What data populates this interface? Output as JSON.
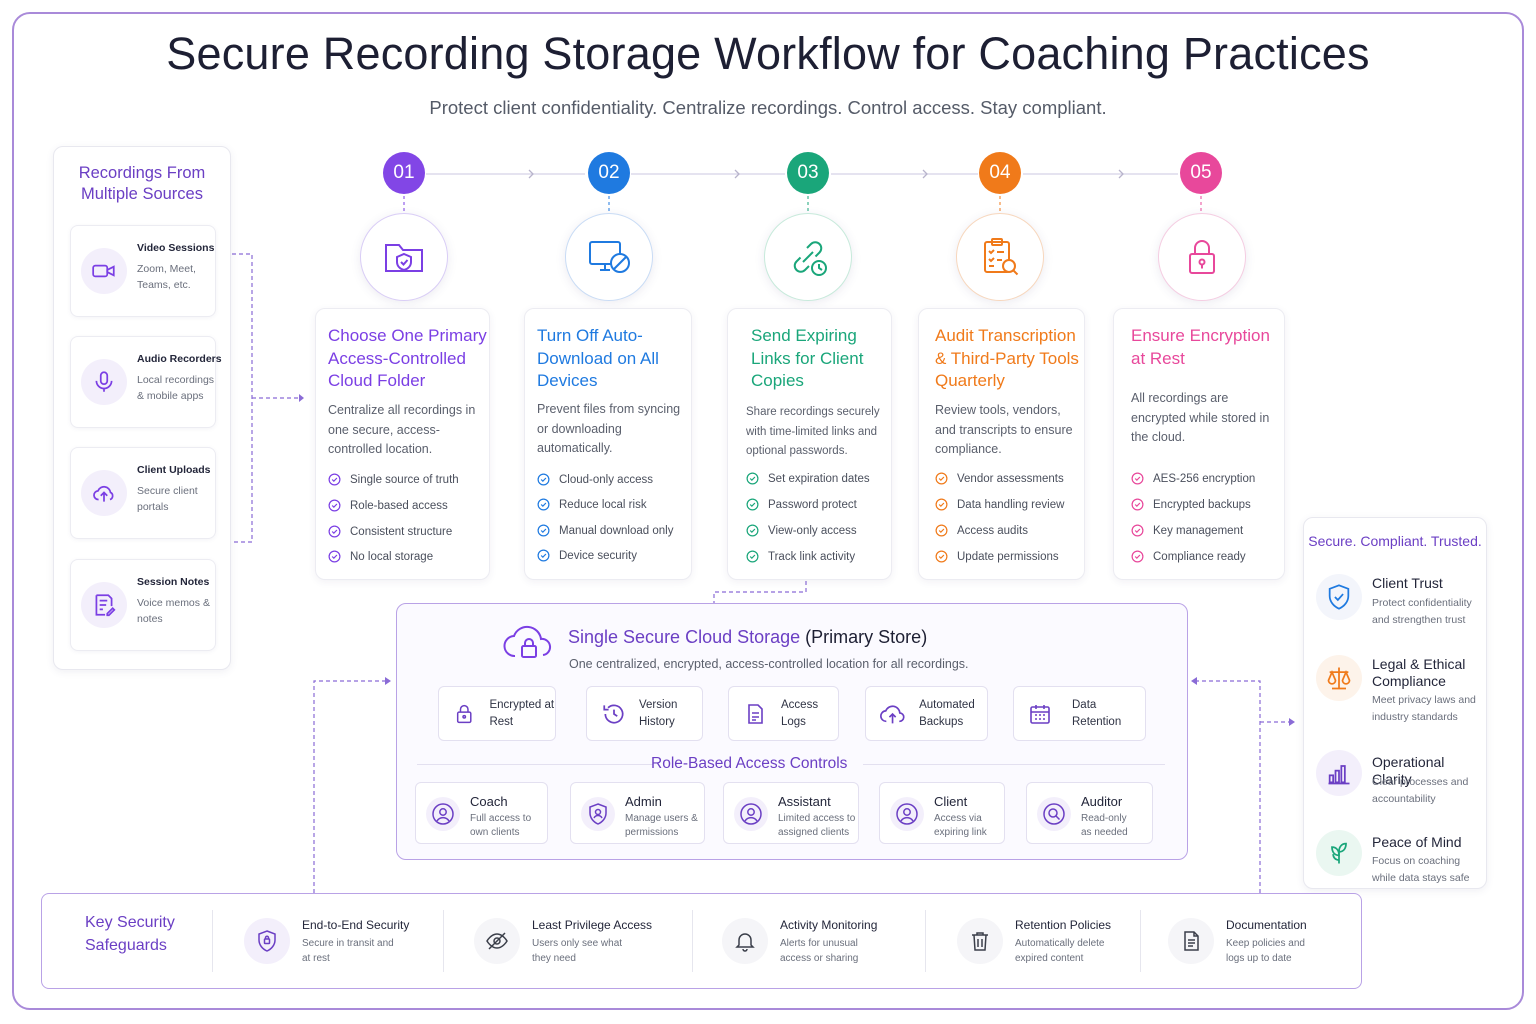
{
  "title": "Secure Recording Storage Workflow for Coaching Practices",
  "subtitle": "Protect client confidentiality. Centralize recordings. Control access. Stay compliant.",
  "colors": {
    "purple": "#7b3fe4",
    "blue": "#1f7ae0",
    "green": "#1aa67a",
    "orange": "#f07a1a",
    "pink": "#e8489b",
    "frame": "#a98ad9"
  },
  "sources": {
    "title": "Recordings From Multiple Sources",
    "items": [
      {
        "icon": "video-camera-icon",
        "title": "Video Sessions",
        "desc": "Zoom, Meet, Teams, etc."
      },
      {
        "icon": "microphone-icon",
        "title": "Audio Recorders",
        "desc": "Local recordings & mobile apps"
      },
      {
        "icon": "cloud-upload-icon",
        "title": "Client Uploads",
        "desc": "Secure client portals"
      },
      {
        "icon": "notes-icon",
        "title": "Session Notes",
        "desc": "Voice memos & notes"
      }
    ]
  },
  "steps": [
    {
      "num": "01",
      "icon": "shield-folder-icon",
      "title": "Choose One Primary Access-Controlled Cloud Folder",
      "desc": "Centralize all recordings in one secure, access-controlled location.",
      "checks": [
        "Single source of truth",
        "Role-based access",
        "Consistent structure",
        "No local storage"
      ]
    },
    {
      "num": "02",
      "icon": "monitor-blocked-icon",
      "title": "Turn Off Auto-Download on All Devices",
      "desc": "Prevent files from syncing or downloading automatically.",
      "checks": [
        "Cloud-only access",
        "Reduce local risk",
        "Manual download only",
        "Device security"
      ]
    },
    {
      "num": "03",
      "icon": "link-clock-icon",
      "title": "Send Expiring Links for Client Copies",
      "desc": "Share recordings securely with time-limited links and optional passwords.",
      "checks": [
        "Set expiration dates",
        "Password protect",
        "View-only access",
        "Track link activity"
      ]
    },
    {
      "num": "04",
      "icon": "clipboard-search-icon",
      "title": "Audit Transcription & Third-Party Tools Quarterly",
      "desc": "Review tools, vendors, and transcripts to ensure compliance.",
      "checks": [
        "Vendor assessments",
        "Data handling review",
        "Access audits",
        "Update permissions"
      ]
    },
    {
      "num": "05",
      "icon": "padlock-icon",
      "title": "Ensure Encryption at Rest",
      "desc": "All recordings are encrypted while stored in the cloud.",
      "checks": [
        "AES-256 encryption",
        "Encrypted backups",
        "Key management",
        "Compliance ready"
      ]
    }
  ],
  "storage": {
    "title": "Single Secure Cloud Storage",
    "title_suffix": "(Primary Store)",
    "desc": "One centralized, encrypted, access-controlled location for all recordings.",
    "features": [
      {
        "icon": "lock-icon",
        "label": "Encrypted at Rest"
      },
      {
        "icon": "history-icon",
        "label": "Version History"
      },
      {
        "icon": "document-icon",
        "label": "Access Logs"
      },
      {
        "icon": "cloud-upload-icon",
        "label": "Automated Backups"
      },
      {
        "icon": "calendar-icon",
        "label": "Data Retention"
      }
    ],
    "roles_title": "Role-Based Access Controls",
    "roles": [
      {
        "icon": "user-icon",
        "title": "Coach",
        "desc": "Full access to own clients"
      },
      {
        "icon": "shield-user-icon",
        "title": "Admin",
        "desc": "Manage users & permissions"
      },
      {
        "icon": "user-icon",
        "title": "Assistant",
        "desc": "Limited access to assigned clients"
      },
      {
        "icon": "user-icon",
        "title": "Client",
        "desc": "Access via expiring link"
      },
      {
        "icon": "search-user-icon",
        "title": "Auditor",
        "desc": "Read-only as needed"
      }
    ]
  },
  "benefits": {
    "title": "Secure. Compliant. Trusted.",
    "items": [
      {
        "icon": "shield-check-icon",
        "title": "Client Trust",
        "desc": "Protect confidentiality and strengthen trust"
      },
      {
        "icon": "scales-icon",
        "title": "Legal & Ethical Compliance",
        "desc": "Meet privacy laws and industry standards"
      },
      {
        "icon": "bar-chart-icon",
        "title": "Operational Clarity",
        "desc": "Clear processes and accountability"
      },
      {
        "icon": "leaf-icon",
        "title": "Peace of Mind",
        "desc": "Focus on coaching while data stays safe"
      }
    ]
  },
  "safeguards": {
    "title": "Key Security Safeguards",
    "items": [
      {
        "icon": "shield-icon",
        "title": "End-to-End Security",
        "desc": "Secure in transit and at rest"
      },
      {
        "icon": "eye-off-icon",
        "title": "Least Privilege Access",
        "desc": "Users only see what they need"
      },
      {
        "icon": "bell-icon",
        "title": "Activity Monitoring",
        "desc": "Alerts for unusual access or sharing"
      },
      {
        "icon": "trash-icon",
        "title": "Retention Policies",
        "desc": "Automatically delete expired content"
      },
      {
        "icon": "document-icon",
        "title": "Documentation",
        "desc": "Keep policies and logs up to date"
      }
    ]
  }
}
